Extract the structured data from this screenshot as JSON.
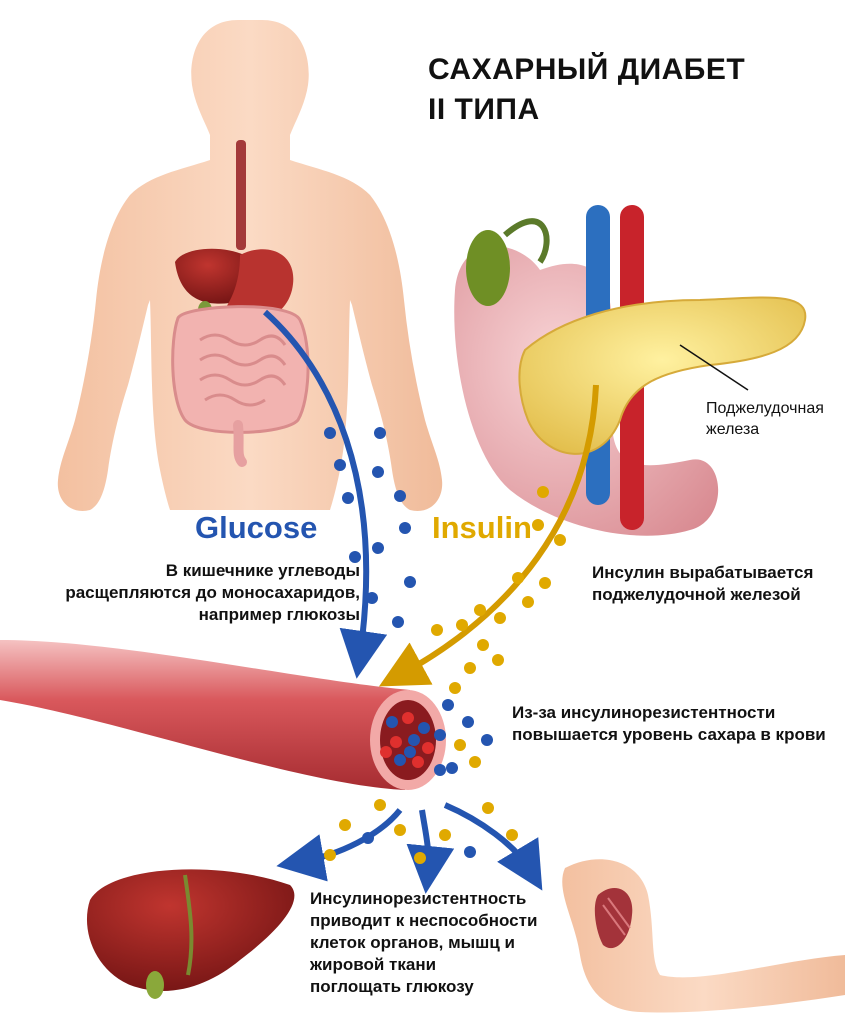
{
  "title": {
    "line1": "САХАРНЫЙ ДИАБЕТ",
    "line2": "II ТИПА"
  },
  "labels": {
    "glucose": "Glucose",
    "insulin": "Insulin",
    "pancreas_line1": "Поджелудочная",
    "pancreas_line2": "железа",
    "intestine_line1": "В кишечнике углеводы",
    "intestine_line2": "расщепляются до моносахаридов,",
    "intestine_line3": "например глюкозы",
    "insulin_prod_line1": "Инсулин вырабатывается",
    "insulin_prod_line2": "поджелудочной железой",
    "resistance_line1": "Из-за инсулинорезистентности",
    "resistance_line2": "повышается уровень сахара в крови",
    "cells_line1": "Инсулинорезистентность",
    "cells_line2": "приводит к неспособности",
    "cells_line3": "клеток органов, мышц и",
    "cells_line4": "жировой ткани",
    "cells_line5": "поглощать глюкозу"
  },
  "colors": {
    "glucose": "#2455b0",
    "insulin": "#e0a900",
    "skin": "#f6cdb1",
    "liver": "#9a1c1c",
    "vessel": "#d8585c",
    "pancreas": "#f2d76a",
    "stomach": "#eaa3a8"
  }
}
